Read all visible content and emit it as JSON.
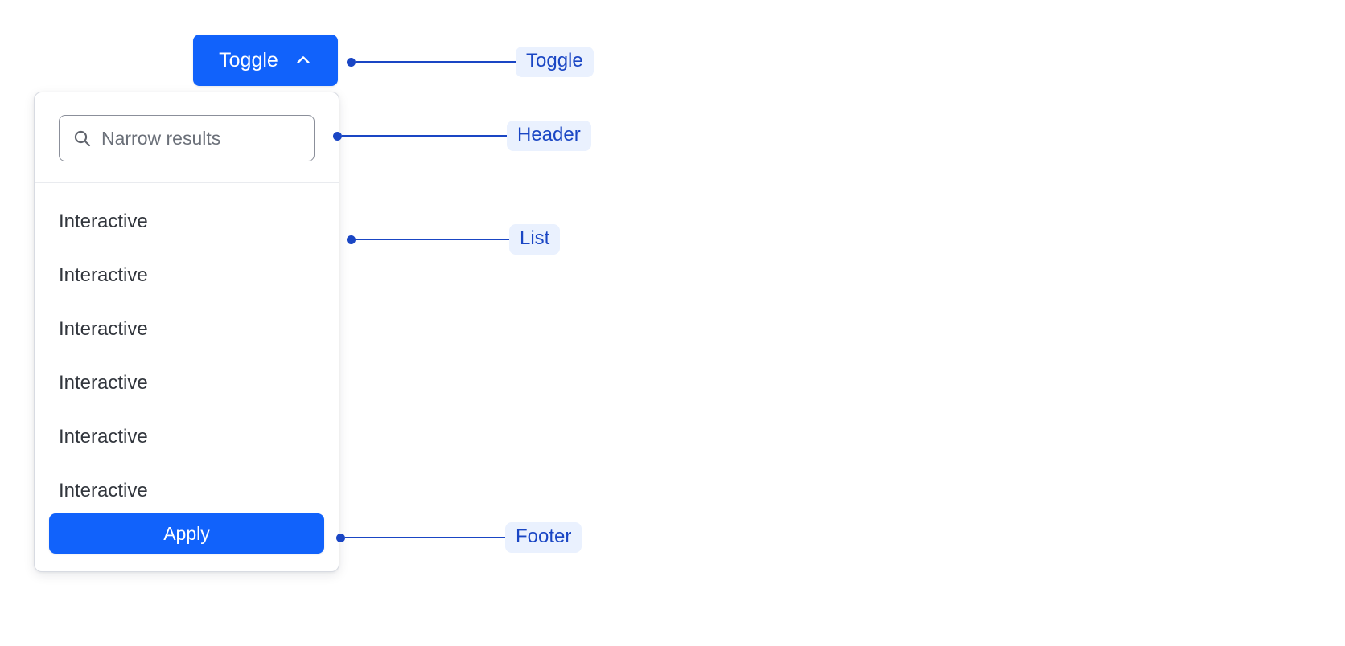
{
  "toggle": {
    "label": "Toggle",
    "icon": "chevron-up-icon",
    "expanded": true,
    "bg_color": "#1162fb",
    "text_color": "#ffffff"
  },
  "dropdown": {
    "header": {
      "search": {
        "placeholder": "Narrow results",
        "value": "",
        "icon": "search-icon"
      }
    },
    "list": {
      "items": [
        {
          "label": "Interactive"
        },
        {
          "label": "Interactive"
        },
        {
          "label": "Interactive"
        },
        {
          "label": "Interactive"
        },
        {
          "label": "Interactive"
        },
        {
          "label": "Interactive"
        }
      ]
    },
    "footer": {
      "apply_label": "Apply",
      "apply_bg_color": "#1162fb",
      "apply_text_color": "#ffffff"
    }
  },
  "annotations": {
    "pill_bg_color": "#eaf1fe",
    "pill_text_color": "#1a46c4",
    "line_color": "#1a46c4",
    "items": [
      {
        "label": "Toggle"
      },
      {
        "label": "Header"
      },
      {
        "label": "List"
      },
      {
        "label": "Footer"
      }
    ]
  }
}
